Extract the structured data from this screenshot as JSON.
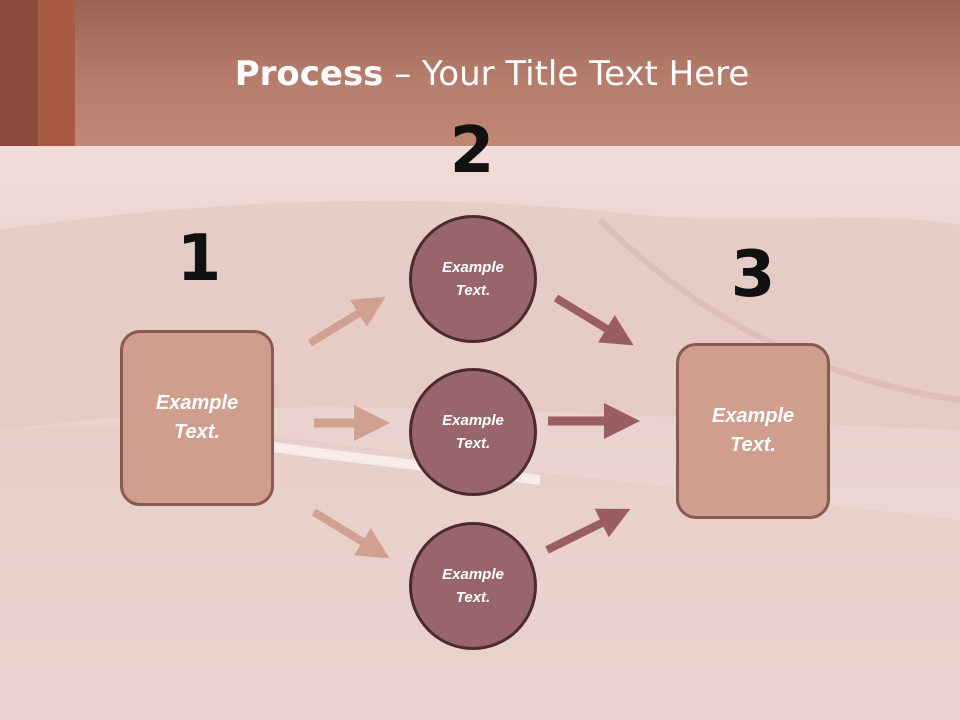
{
  "title": {
    "bold": "Process",
    "rest": " – Your Title Text Here"
  },
  "steps": {
    "one": "1",
    "two": "2",
    "three": "3"
  },
  "boxes": {
    "left": "Example Text.",
    "right": "Example Text."
  },
  "circles": {
    "top": "Example Text.",
    "middle": "Example Text.",
    "bottom": "Example Text."
  },
  "colors": {
    "header": "#b67d6c",
    "box_fill": "#cf9e8c",
    "circle_fill": "#98666a",
    "arrow_light": "#d0a090",
    "arrow_dark": "#9a5e62"
  }
}
